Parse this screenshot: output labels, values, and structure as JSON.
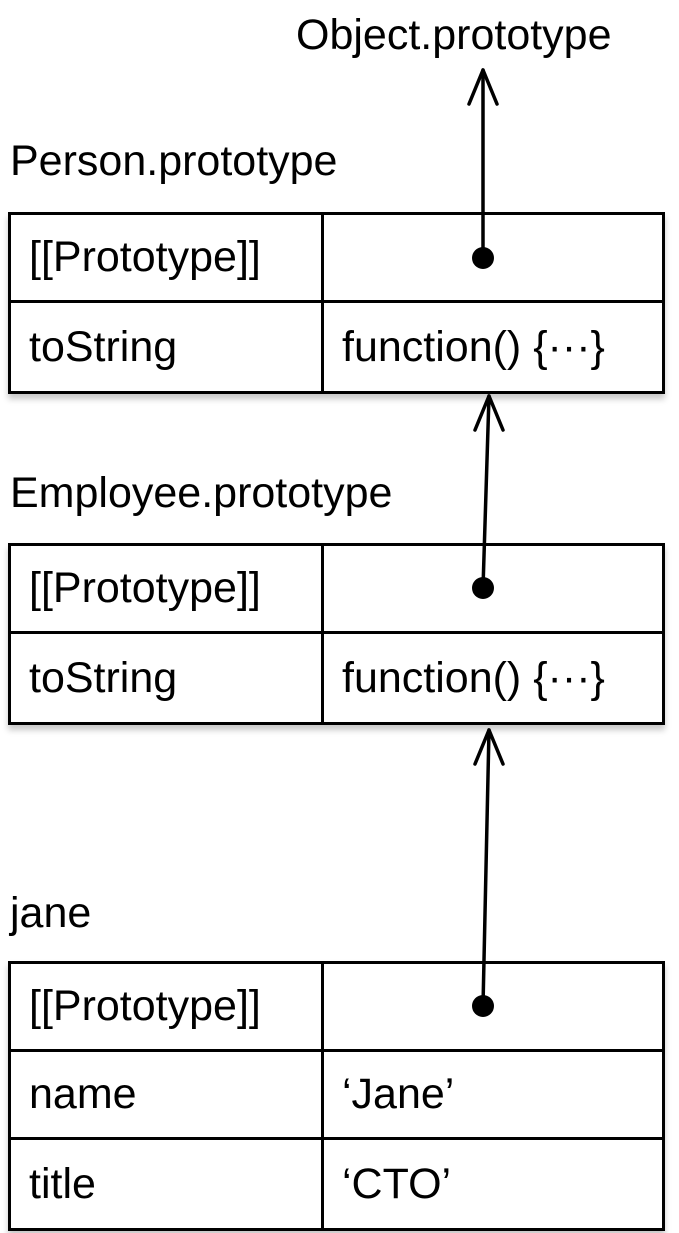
{
  "diagram": {
    "top_label": "Object.prototype",
    "objects": [
      {
        "title": "Person.prototype",
        "rows": [
          {
            "key": "[[Prototype]]",
            "value": ""
          },
          {
            "key": "toString",
            "value": "function() {···}"
          }
        ]
      },
      {
        "title": "Employee.prototype",
        "rows": [
          {
            "key": "[[Prototype]]",
            "value": ""
          },
          {
            "key": "toString",
            "value": "function() {···}"
          }
        ]
      },
      {
        "title": "jane",
        "rows": [
          {
            "key": "[[Prototype]]",
            "value": ""
          },
          {
            "key": "name",
            "value": "‘Jane’"
          },
          {
            "key": "title",
            "value": "‘CTO’"
          }
        ]
      }
    ]
  }
}
